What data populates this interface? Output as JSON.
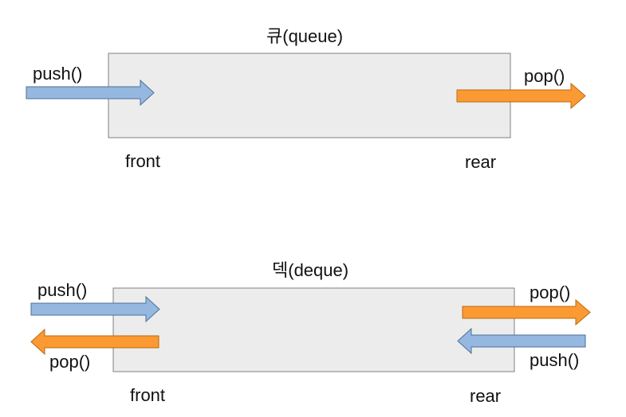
{
  "colors": {
    "box_fill": "#ececec",
    "box_stroke": "#808080",
    "push_arrow_fill": "#95b8e0",
    "push_arrow_stroke": "#4d6f95",
    "pop_arrow_fill": "#fb9a32",
    "pop_arrow_stroke": "#b86a12",
    "text": "#111111"
  },
  "queue": {
    "title": "큐(queue)",
    "push_label": "push()",
    "pop_label": "pop()",
    "front_label": "front",
    "rear_label": "rear"
  },
  "deque": {
    "title": "덱(deque)",
    "left_push_label": "push()",
    "left_pop_label": "pop()",
    "right_pop_label": "pop()",
    "right_push_label": "push()",
    "front_label": "front",
    "rear_label": "rear"
  }
}
